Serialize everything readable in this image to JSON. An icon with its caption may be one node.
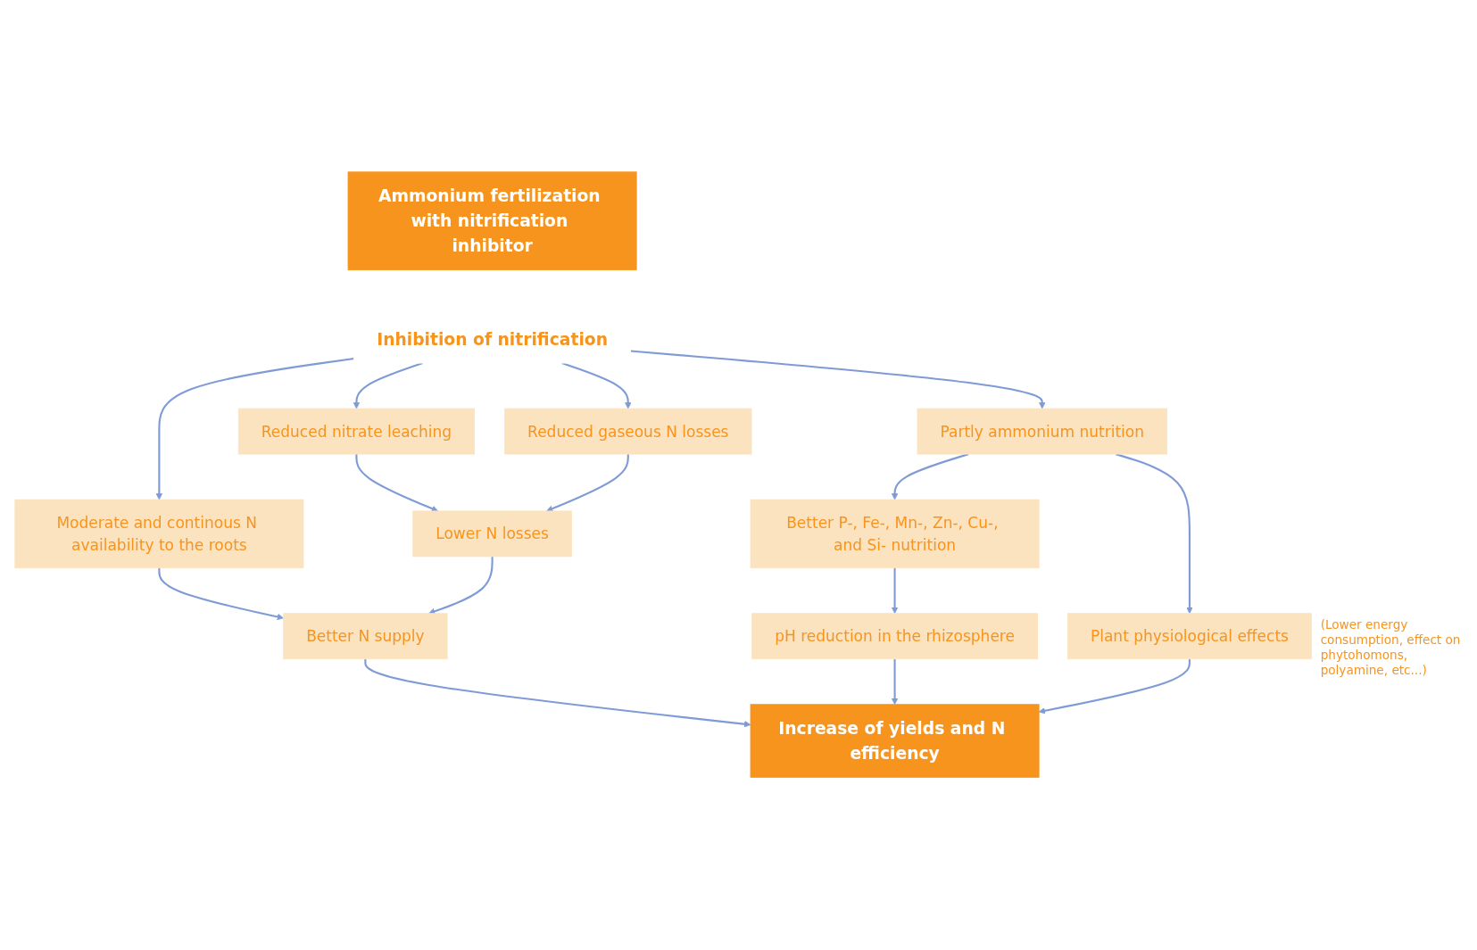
{
  "diagram": {
    "nodes": [
      {
        "text": [
          "Ammonium fertilization with nitrification inhibitor"
        ]
      },
      {
        "text": [
          "Inhibition of nitrification"
        ]
      },
      {
        "text": [
          "Reduced nitrate leaching"
        ]
      },
      {
        "text": [
          "Reduced gaseous N losses"
        ]
      },
      {
        "text": [
          "Moderate and continous N availability to the roots"
        ]
      },
      {
        "text": [
          "Partly ammonium nutrition"
        ]
      },
      {
        "text": [
          "Lower N losses"
        ]
      },
      {
        "text": [
          "Better P-, Fe-, Mn-, Zn-, Cu-, and Si- nutrition"
        ]
      },
      {
        "text": [
          "Plant physiological effects"
        ],
        "beside": [
          "(Lower energy consumption, effect on phytohomons, polyamine, etc...)"
        ]
      },
      {
        "text": [
          "Better N supply"
        ]
      },
      {
        "text": [
          "pH reduction in the rhizosphere"
        ]
      },
      {
        "text": [
          "Increase of yields and N efficiency"
        ]
      }
    ],
    "edges": [
      {
        "from": 1,
        "to": 2,
        "arrow": "to"
      },
      {
        "from": 1,
        "to": 3,
        "arrow": "to"
      },
      {
        "from": 1,
        "to": 4,
        "arrow": "to"
      },
      {
        "from": 1,
        "to": 5,
        "arrow": "to"
      },
      {
        "from": 2,
        "to": 6,
        "arrow": "to"
      },
      {
        "from": 3,
        "to": 6,
        "arrow": "to"
      },
      {
        "from": 4,
        "to": 9,
        "arrow": "to"
      },
      {
        "from": 5,
        "to": 7,
        "arrow": "to"
      },
      {
        "from": 5,
        "to": 8,
        "arrow": "to"
      },
      {
        "from": 6,
        "to": 9,
        "arrow": "to"
      },
      {
        "from": 7,
        "to": 10,
        "arrow": "to"
      },
      {
        "from": 9,
        "to": 11,
        "arrow": "to"
      },
      {
        "from": 10,
        "to": 11,
        "arrow": "to"
      },
      {
        "from": 8,
        "to": 11,
        "arrow": "to"
      }
    ]
  }
}
